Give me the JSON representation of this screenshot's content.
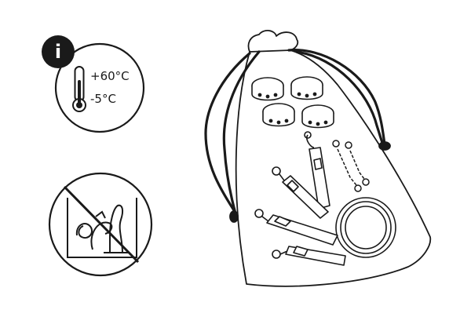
{
  "info_panel": {
    "info_badge_glyph": "i",
    "max_temperature": "+60°C",
    "min_temperature": "-5°C",
    "icon": "thermometer-icon"
  },
  "warning_panel": {
    "icon": "no-mixing-toys-icon"
  },
  "illustration": {
    "icon": "storage-bag-with-restraint-kit"
  },
  "colors": {
    "line": "#1a1a1a",
    "background": "#ffffff"
  }
}
